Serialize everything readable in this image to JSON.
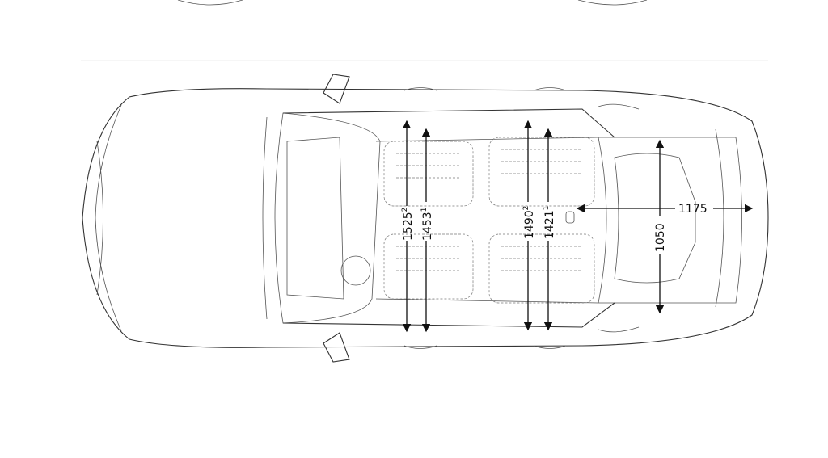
{
  "dimensions": {
    "front_shoulder_width": {
      "value": "1525",
      "note": "2"
    },
    "front_elbow_width": {
      "value": "1453",
      "note": "1"
    },
    "rear_shoulder_width": {
      "value": "1490",
      "note": "2"
    },
    "rear_elbow_width": {
      "value": "1421",
      "note": "1"
    },
    "load_floor_width": {
      "value": "1050"
    },
    "load_floor_length": {
      "value": "1175"
    }
  }
}
